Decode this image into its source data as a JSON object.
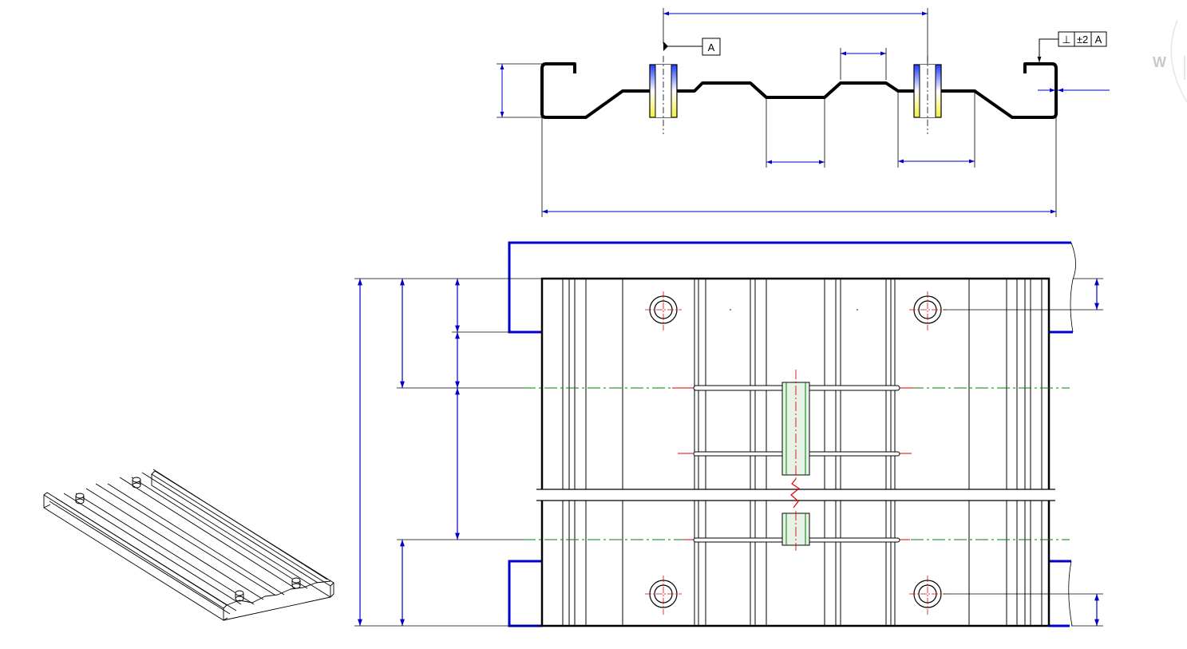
{
  "datum_label": "A",
  "fcf": {
    "symbol": "⊥",
    "tolerance": "±2",
    "datum": "A"
  },
  "watermark": "W",
  "colors": {
    "outline": "#000000",
    "dimension": "#0000c8",
    "centerline_red": "#e00000",
    "centerline_green": "#008000",
    "tube_fill": "#e8f3e8",
    "gradient_blue": "#1e3cff",
    "gradient_yellow": "#f5f040"
  }
}
